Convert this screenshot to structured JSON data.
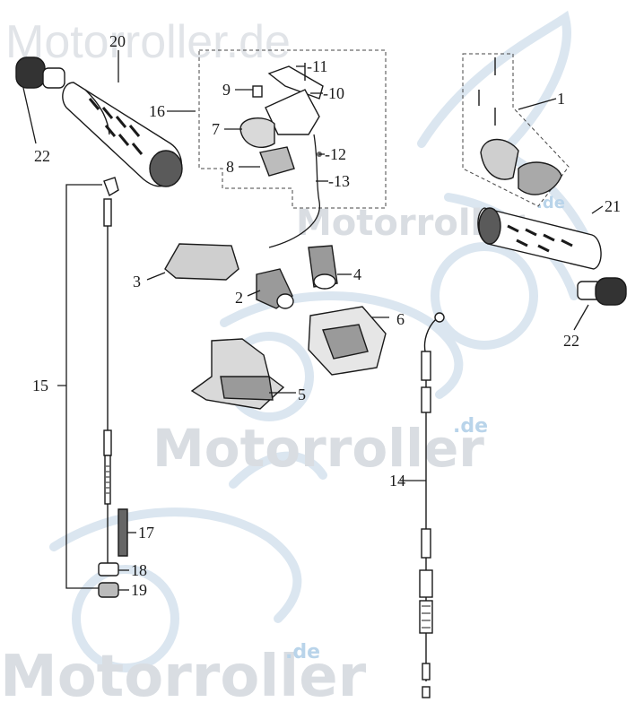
{
  "watermark": {
    "brand": "Motorroller",
    "brand_light": "Motorroller.de",
    "suffix": ".de"
  },
  "callouts": {
    "c1": "1",
    "c2": "2",
    "c3": "3",
    "c4": "4",
    "c5": "5",
    "c6": "6",
    "c7": "7",
    "c8": "8",
    "c9": "9",
    "c10": "-10",
    "c11": "-11",
    "c12": "-12",
    "c13": "-13",
    "c14": "14",
    "c15": "15",
    "c16": "16",
    "c17": "17",
    "c18": "18",
    "c19": "19",
    "c20": "20",
    "c21": "21",
    "c22a": "22",
    "c22b": "22"
  },
  "colors": {
    "ink": "#1a1a1a",
    "watermark": "#d9dde2",
    "watermark_blue": "#b9d4ea"
  }
}
